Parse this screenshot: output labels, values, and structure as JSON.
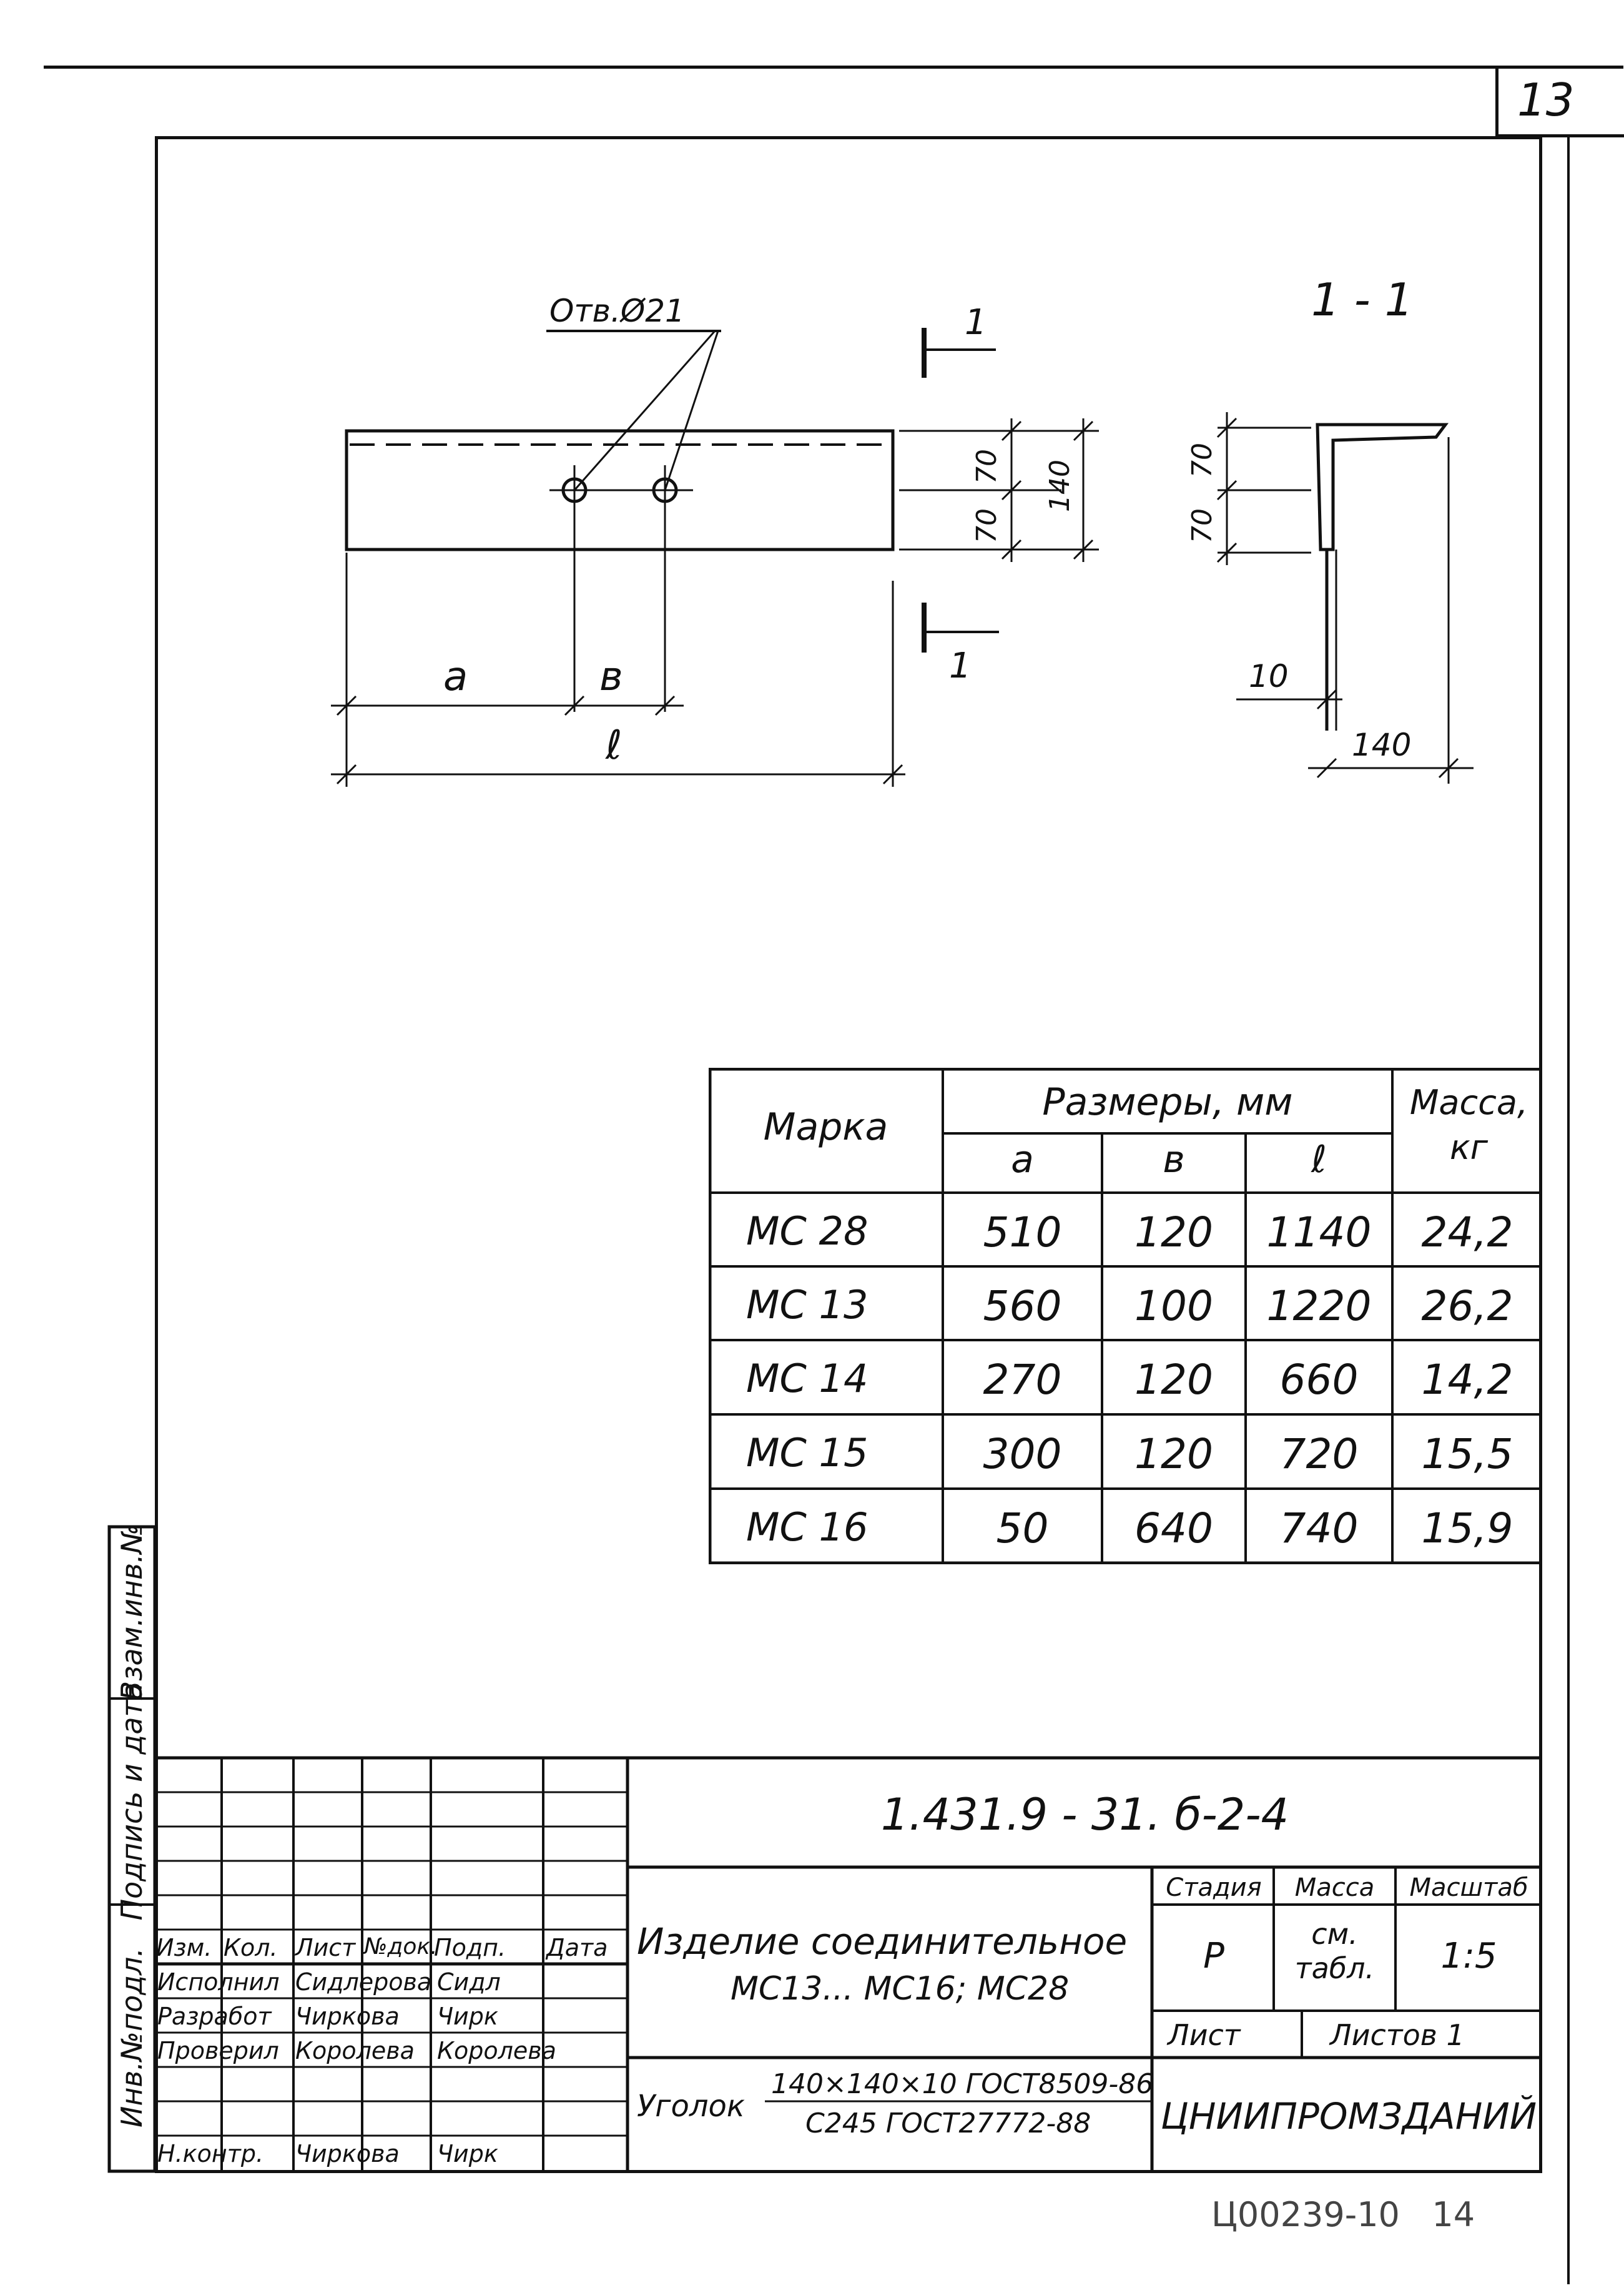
{
  "sheet_number": "13",
  "drawing": {
    "hole_label": "Отв.Ø21",
    "section_mark": "1",
    "section_title": "1 - 1",
    "dims": {
      "d70a": "70",
      "d70b": "70",
      "d140": "140",
      "s70a": "70",
      "s70b": "70",
      "s10": "10",
      "s140": "140",
      "a": "a",
      "b": "в",
      "l": "ℓ"
    }
  },
  "table": {
    "headers": {
      "mark": "Марка",
      "dims": "Размеры, мм",
      "mass": "Масса, кг",
      "a": "a",
      "b": "в",
      "l": "ℓ"
    },
    "rows": [
      {
        "mark": "МС 28",
        "a": "510",
        "b": "120",
        "l": "1140",
        "mass": "24,2"
      },
      {
        "mark": "МС 13",
        "a": "560",
        "b": "100",
        "l": "1220",
        "mass": "26,2"
      },
      {
        "mark": "МС 14",
        "a": "270",
        "b": "120",
        "l": "660",
        "mass": "14,2"
      },
      {
        "mark": "МС 15",
        "a": "300",
        "b": "120",
        "l": "720",
        "mass": "15,5"
      },
      {
        "mark": "МС 16",
        "a": "50",
        "b": "640",
        "l": "740",
        "mass": "15,9"
      }
    ]
  },
  "side_stamp": {
    "inv_orig": "Инв.№подл.",
    "sign_date": "Подпись и дата",
    "vzam": "Взам.инв.№"
  },
  "title_block": {
    "doc_code": "1.431.9 - 31. б-2-4",
    "headers": {
      "izm": "Изм.",
      "kol": "Кол.",
      "list": "Лист",
      "ndok": "№док.",
      "podp": "Подп.",
      "data": "Дата"
    },
    "roles": [
      {
        "role": "Исполнил",
        "name": "Сидлерова",
        "sign": "Сидл"
      },
      {
        "role": "Разработ",
        "name": "Чиркова",
        "sign": "Чирк"
      },
      {
        "role": "Проверил",
        "name": "Королева",
        "sign": "Королева"
      },
      {
        "role": "Н.контр.",
        "name": "Чиркова",
        "sign": "Чирк"
      }
    ],
    "product_name_1": "Изделие соединительное",
    "product_name_2": "МС13... МС16; МС28",
    "stage_label": "Стадия",
    "mass_label": "Масса",
    "scale_label": "Масштаб",
    "stage_value": "Р",
    "mass_value_1": "см.",
    "mass_value_2": "табл.",
    "scale_value": "1:5",
    "sheet_label": "Лист",
    "sheets_label": "Листов 1",
    "material_prefix": "Уголок",
    "material_line1": "140×140×10 ГОСТ8509-86",
    "material_line2": "С245 ГОСТ27772-88",
    "org": "ЦНИИПРОМЗДАНИЙ"
  },
  "archive_number": "Ц00239-10   14"
}
